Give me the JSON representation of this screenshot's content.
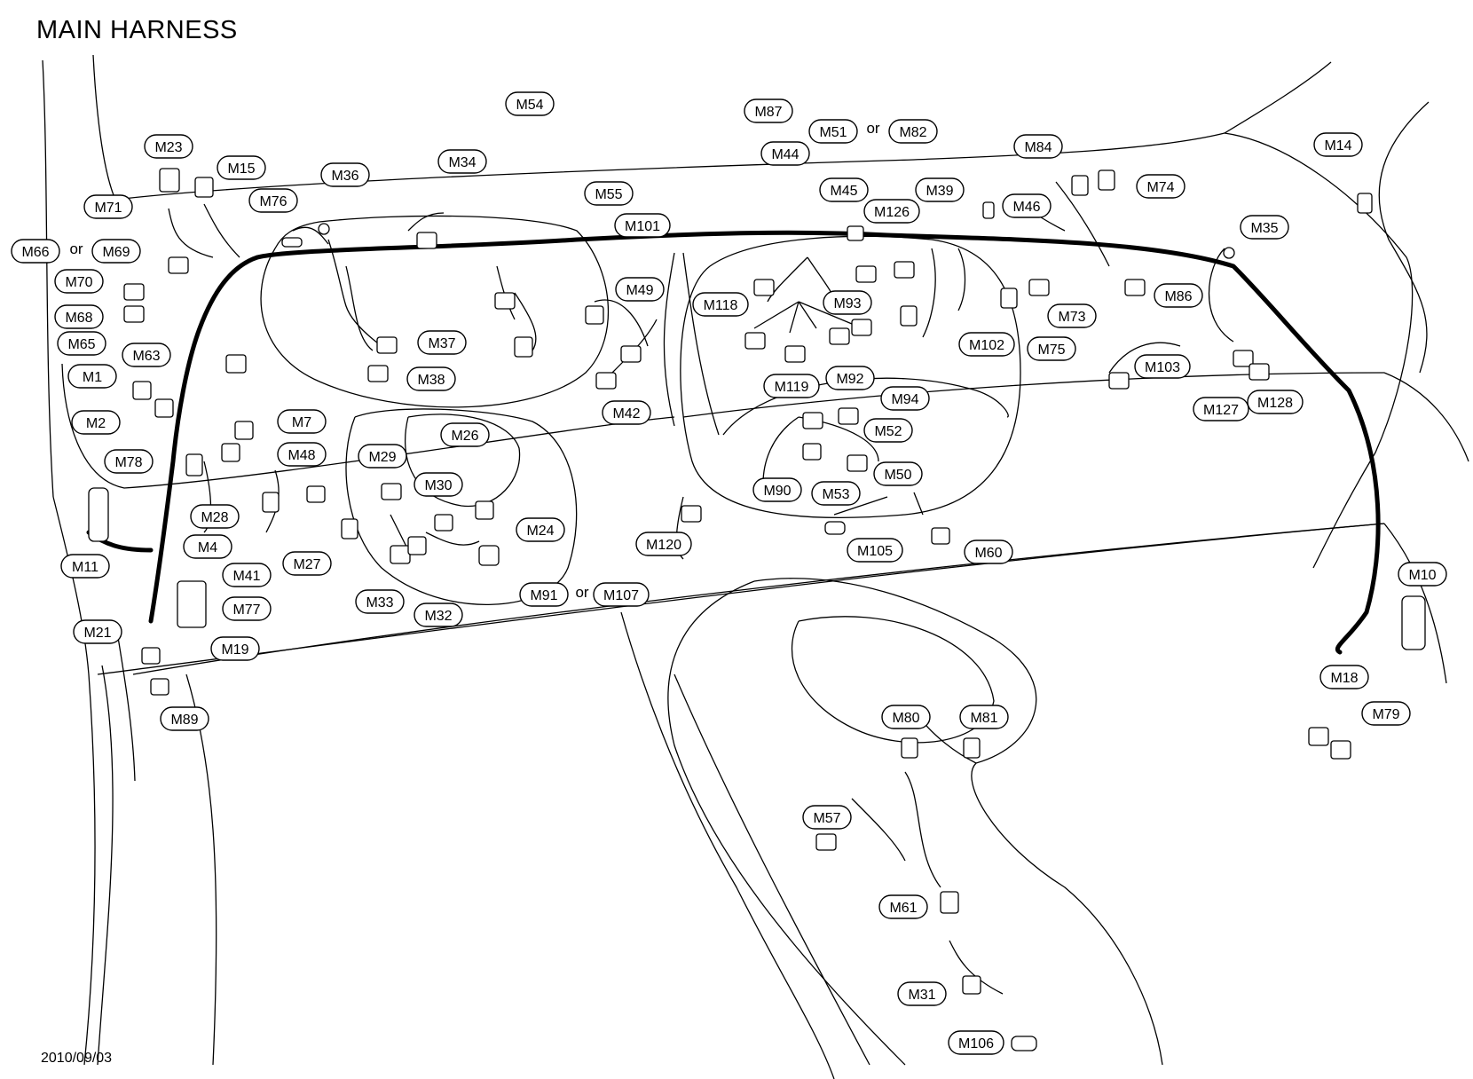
{
  "title": "MAIN HARNESS",
  "date": "2010/09/03",
  "or_word": "or",
  "labels": [
    "M23",
    "M15",
    "M71",
    "M36",
    "M76",
    "M34",
    "M66",
    "M69",
    "M70",
    "M68",
    "M65",
    "M63",
    "M1",
    "M2",
    "M78",
    "M7",
    "M48",
    "M28",
    "M4",
    "M41",
    "M11",
    "M77",
    "M21",
    "M19",
    "M89",
    "M37",
    "M38",
    "M54",
    "M55",
    "M101",
    "M49",
    "M42",
    "M29",
    "M30",
    "M26",
    "M27",
    "M24",
    "M33",
    "M32",
    "M87",
    "M44",
    "M51",
    "M82",
    "M45",
    "M126",
    "M39",
    "M46",
    "M84",
    "M74",
    "M14",
    "M35",
    "M86",
    "M73",
    "M75",
    "M102",
    "M118",
    "M93",
    "M92",
    "M94",
    "M119",
    "M52",
    "M50",
    "M53",
    "M90",
    "M120",
    "M91",
    "M107",
    "M105",
    "M60",
    "M103",
    "M127",
    "M128",
    "M10",
    "M18",
    "M79",
    "M80",
    "M81",
    "M57",
    "M61",
    "M31",
    "M106"
  ]
}
